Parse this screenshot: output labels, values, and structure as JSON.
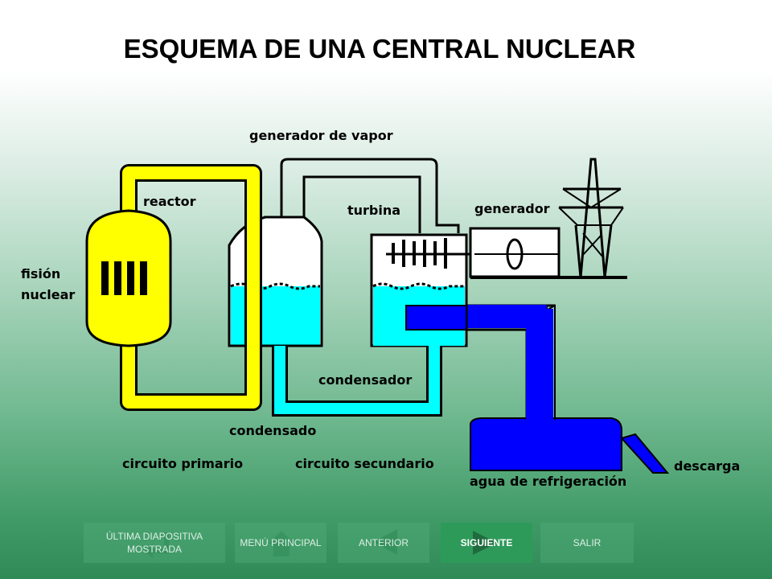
{
  "title": "ESQUEMA DE UNA CENTRAL NUCLEAR",
  "labels": {
    "generador_vapor": "generador de vapor",
    "reactor": "reactor",
    "turbina": "turbina",
    "generador": "generador",
    "fision_line1": "fisión",
    "fision_line2": "nuclear",
    "condensador": "condensador",
    "condensado": "condensado",
    "circuito_primario": "circuito primario",
    "circuito_secundario": "circuito secundario",
    "agua_refrigeracion": "agua de refrigeración",
    "descarga": "descarga"
  },
  "nav": {
    "ultima": "ÚLTIMA DIAPOSITIVA MOSTRADA",
    "menu": "MENÚ PRINCIPAL",
    "anterior": "ANTERIOR",
    "siguiente": "SIGUIENTE",
    "salir": "SALIR"
  },
  "colors": {
    "primary_circuit": "#ffff00",
    "secondary_water": "#00ffff",
    "cooling_water": "#0000ff",
    "nav_active": "#2e9a5a"
  },
  "icons": {
    "reactor_core": "fuel-rods-icon",
    "pylon": "transmission-tower-icon",
    "anterior": "arrow-left-icon",
    "siguiente": "arrow-right-icon",
    "ultima": "return-arrow-icon",
    "menu": "home-icon"
  }
}
